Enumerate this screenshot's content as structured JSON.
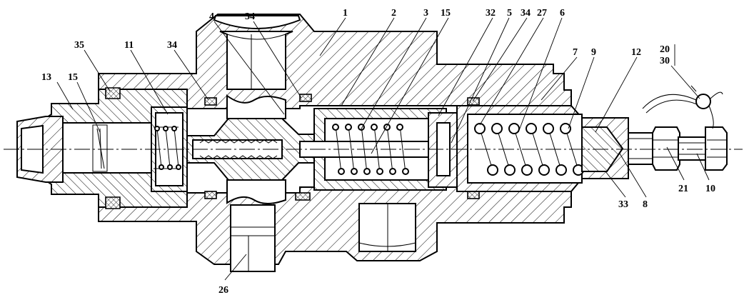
{
  "diagram": {
    "labels": {
      "p1": "1",
      "p2": "2",
      "p3": "3",
      "p4": "4",
      "p5": "5",
      "p6": "6",
      "p7": "7",
      "p8": "8",
      "p9": "9",
      "p10": "10",
      "p11": "11",
      "p12": "12",
      "p13": "13",
      "p15a": "15",
      "p15b": "15",
      "p20": "20",
      "p21": "21",
      "p26": "26",
      "p27": "27",
      "p30": "30",
      "p32": "32",
      "p33": "33",
      "p34a": "34",
      "p34b": "34",
      "p34c": "34",
      "p35": "35"
    }
  }
}
